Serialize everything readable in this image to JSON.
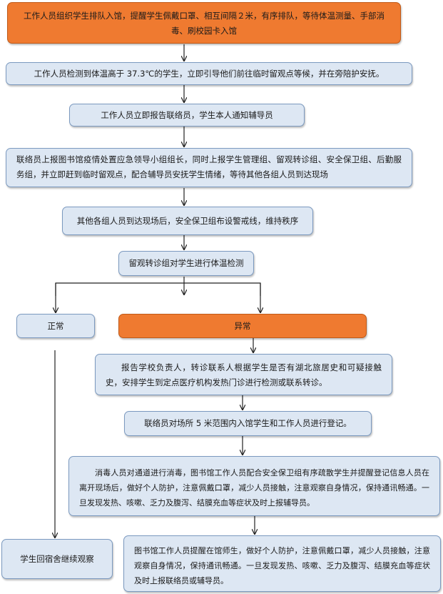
{
  "flow": {
    "step1": "工作人员组织学生排队入馆，提醒学生佩戴口罩、相互间隔２米，有序排队，等待体温测量、手部消毒、刷校园卡入馆",
    "step2": "工作人员检测到体温高于 37.3℃的学生，立即引导他们前往临时留观点等候，并在旁陪护安抚。",
    "step3": "工作人员立即报告联络员，学生本人通知辅导员",
    "step4": "联络员上报图书馆疫情处置应急领导小组组长，同时上报学生管理组、留观转诊组、安全保卫组、后勤服务组，并立即赶到临时留观点，配合辅导员安抚学生情绪，等待其他各组人员到达现场",
    "step5": "其他各组人员到达现场后，安全保卫组布设警戒线，维持秩序",
    "step6": "留观转诊组对学生进行体温检测",
    "normal": "正常",
    "abnormal": "异常",
    "step7": "报告学校负责人，转诊联系人根据学生是否有湖北旅居史和可疑接触史，安排学生到定点医疗机构发热门诊进行检测或联系转诊。",
    "step8": "联络员对场所 5 米范围内入馆学生和工作人员进行登记。",
    "step9": "消毒人员对通道进行消毒，图书馆工作人员配合安全保卫组有序疏散学生并提醒登记信息人员在离开现场后，做好个人防护，注意佩戴口罩，减少人员接触，注意观察自身情况，保持通讯畅通。一旦发现发热、咳嗽、乏力及腹泻、结膜充血等症状及时上报辅导员。",
    "step10": "图书馆工作人员提醒在馆师生，做好个人防护，注意佩戴口罩，减少人员接触，注意观察自身情况，保持通讯畅通。一旦发现发热、咳嗽、乏力及腹泻、结膜充血等症状及时上报联络员或辅导员。",
    "return": "学生回宿舍继续观察"
  },
  "colors": {
    "box_fill": "#dde7f3",
    "box_border": "#7b99bf",
    "highlight_fill": "#ef7a30",
    "arrow": "#222222"
  }
}
